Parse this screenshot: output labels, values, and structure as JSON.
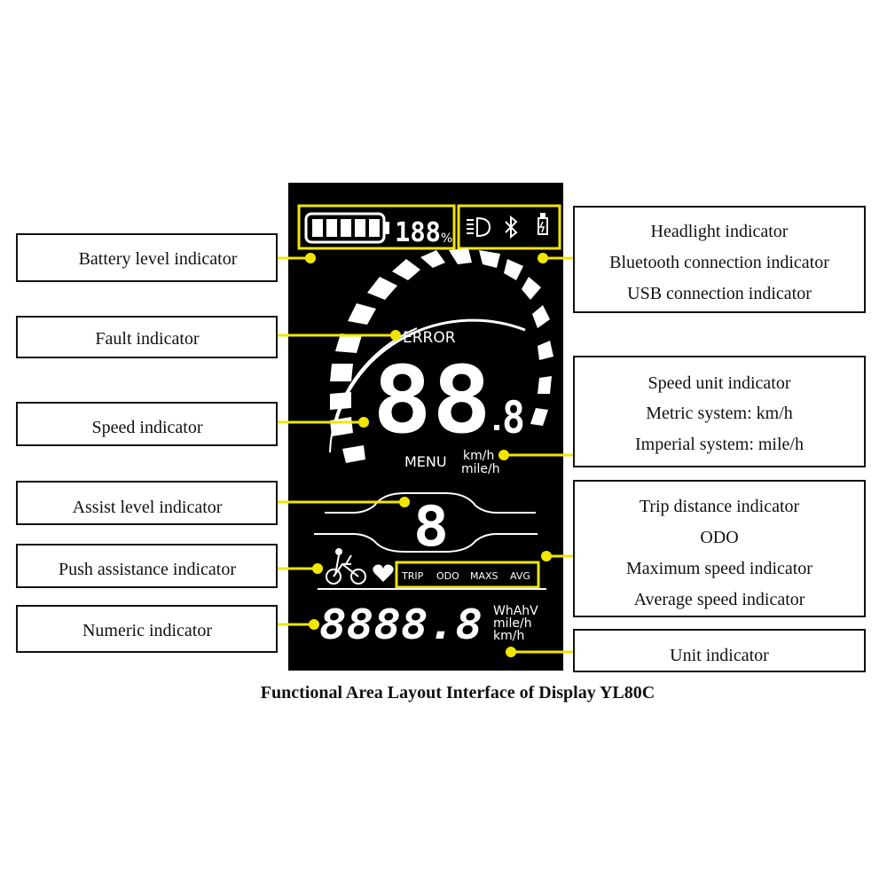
{
  "caption": "Functional Area Layout Interface of Display YL80C",
  "labels": {
    "battery": "Battery level indicator",
    "fault": "Fault indicator",
    "speed": "Speed indicator",
    "assist": "Assist level indicator",
    "push": "Push assistance indicator",
    "numeric": "Numeric indicator",
    "right_top": [
      "Headlight indicator",
      "Bluetooth connection indicator",
      "USB connection indicator"
    ],
    "speed_unit": [
      "Speed unit indicator",
      "Metric system: km/h",
      "Imperial system: mile/h"
    ],
    "trip": [
      "Trip distance indicator",
      "ODO",
      "Maximum speed indicator",
      "Average speed indicator"
    ],
    "unit": "Unit indicator"
  },
  "display": {
    "battery_percent_text": "188",
    "percent_sign": "%",
    "error_text": "ERROR",
    "speed_text": "88",
    "speed_decimal_text": "8",
    "menu_text": "MENU",
    "speed_unit_metric": "km/h",
    "speed_unit_imperial": "mile/h",
    "assist_level_text": "8",
    "modes": [
      "TRIP",
      "ODO",
      "MAXS",
      "AVG"
    ],
    "numeric_text": "8888.8",
    "units": [
      "WhAhV",
      "mile/h",
      "km/h"
    ],
    "icons": [
      "battery-icon",
      "headlight-icon",
      "bluetooth-icon",
      "usb-icon",
      "cyclist-icon",
      "heart-icon"
    ]
  },
  "colors": {
    "highlight": "#f2e600",
    "screen": "#000000",
    "segment": "#ffffff"
  }
}
